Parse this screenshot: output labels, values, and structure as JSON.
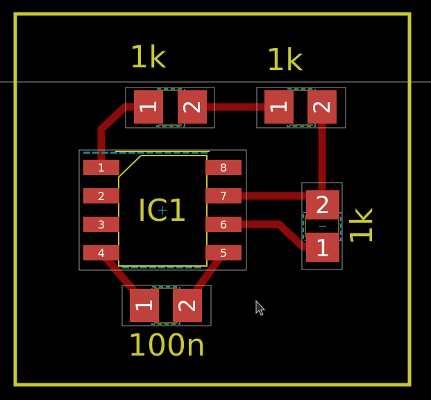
{
  "colors": {
    "background": "#000000",
    "board_edge": "#c8c832",
    "silkscreen": "#c8c832",
    "copper": "#8b0a0a",
    "pad": "#c0413b",
    "courtyard": "#9a9a9a",
    "fab": "#1a8a8a",
    "pad_text": "#ffffff",
    "cursor": "#cfcfcf"
  },
  "components": {
    "r_top_left": {
      "value": "1k",
      "pad1": "1",
      "pad2": "2"
    },
    "r_top_right": {
      "value": "1k",
      "pad1": "1",
      "pad2": "2"
    },
    "r_right": {
      "value": "1k",
      "pad1": "1",
      "pad2": "2"
    },
    "c_bottom": {
      "value": "100n",
      "pad1": "1",
      "pad2": "2"
    },
    "ic1": {
      "reference": "IC1",
      "pins": [
        "1",
        "2",
        "3",
        "4",
        "5",
        "6",
        "7",
        "8"
      ]
    }
  },
  "icons": {
    "cursor": "mouse-pointer-icon"
  }
}
